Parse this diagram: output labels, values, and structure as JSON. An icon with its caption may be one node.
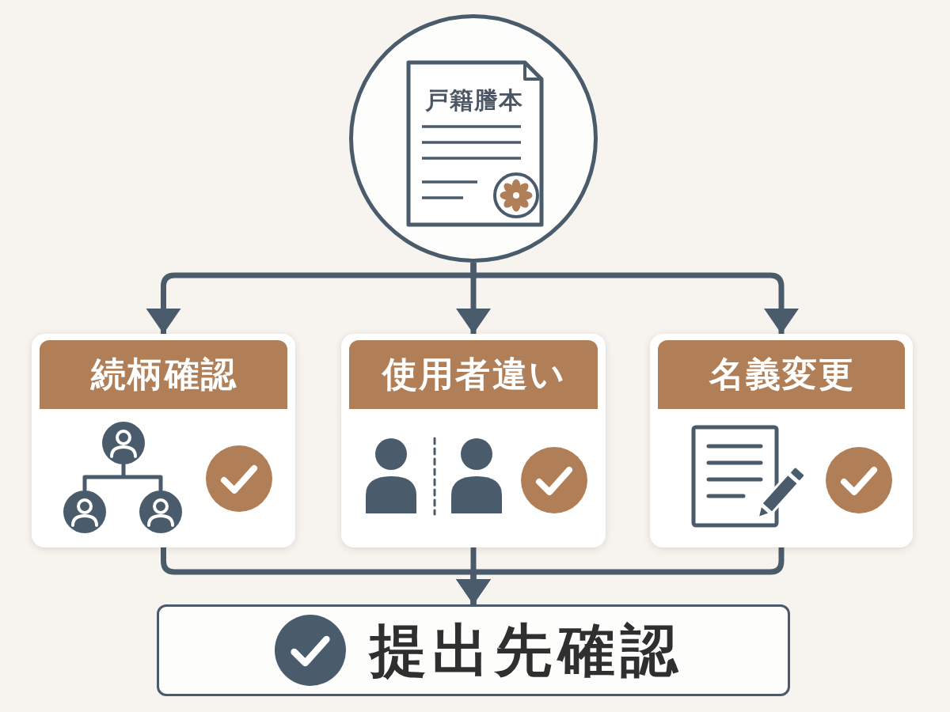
{
  "diagram": {
    "nodes": [
      {
        "text": [
          "戸籍謄本"
        ]
      },
      {
        "text": [
          "続柄確認"
        ]
      },
      {
        "text": [
          "使用者違い"
        ]
      },
      {
        "text": [
          "名義変更"
        ]
      },
      {
        "text": [
          "提出先確認"
        ]
      }
    ],
    "edges": [
      {
        "from": 0,
        "to": 1,
        "arrow": "to"
      },
      {
        "from": 0,
        "to": 2,
        "arrow": "to"
      },
      {
        "from": 0,
        "to": 3,
        "arrow": "to"
      },
      {
        "from": 1,
        "to": 4,
        "arrow": "to"
      },
      {
        "from": 2,
        "to": 4,
        "arrow": "to"
      },
      {
        "from": 3,
        "to": 4,
        "arrow": "to"
      }
    ]
  }
}
